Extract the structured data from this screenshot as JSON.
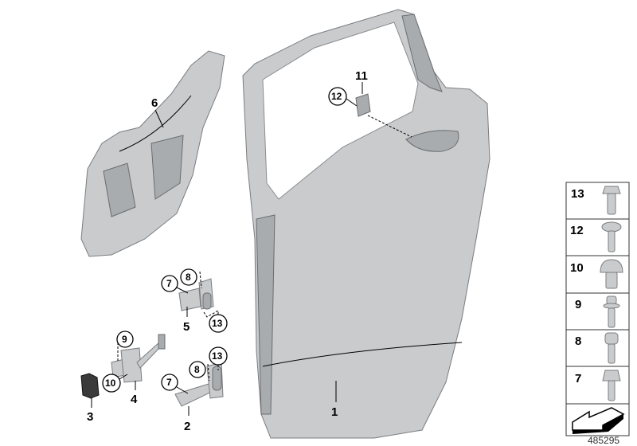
{
  "diagram_id": "485295",
  "callouts": {
    "door": "1",
    "hinge_lower": "2",
    "stop_pad": "3",
    "door_check": "4",
    "hinge_upper": "5",
    "inner_panel": "6",
    "bolt_7_upper": "7",
    "bolt_8_upper": "8",
    "bolt_13_upper": "13",
    "bolt_9": "9",
    "bolt_10": "10",
    "bolt_7_lower": "7",
    "bolt_8_lower": "8",
    "bolt_13_lower": "13",
    "cover_11": "11",
    "screw_12": "12"
  },
  "fastener_panel": {
    "items": [
      {
        "label": "13",
        "icon": "hex-flange-bolt-icon"
      },
      {
        "label": "12",
        "icon": "torx-washer-screw-icon"
      },
      {
        "label": "10",
        "icon": "pan-head-bolt-icon"
      },
      {
        "label": "9",
        "icon": "torx-collar-bolt-icon"
      },
      {
        "label": "8",
        "icon": "torx-bolt-icon"
      },
      {
        "label": "7",
        "icon": "hex-bolt-icon"
      }
    ],
    "footer_icon": "direction-arrow-icon"
  }
}
